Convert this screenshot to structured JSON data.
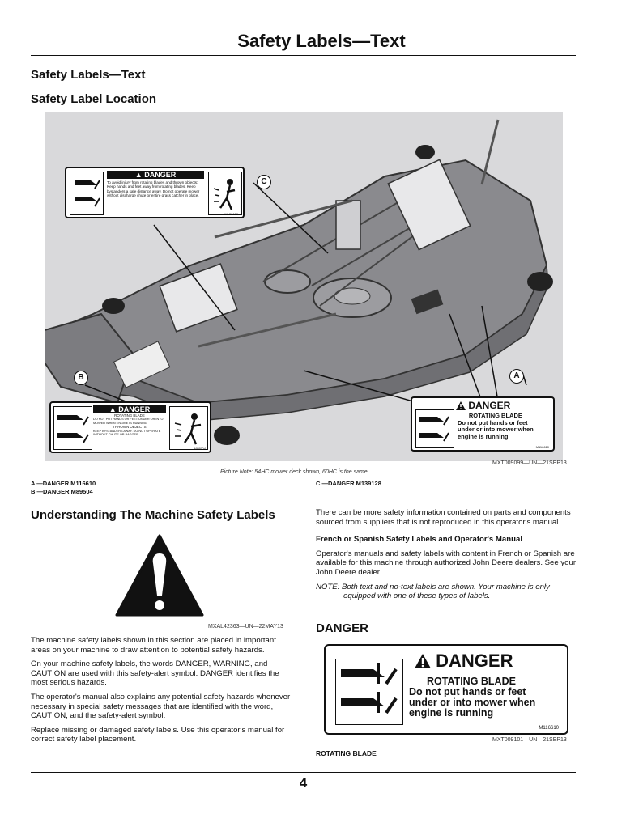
{
  "page": {
    "title": "Safety Labels—Text",
    "section_title": "Safety Labels—Text",
    "subsection_title": "Safety Label Location",
    "page_number": "4"
  },
  "figure1": {
    "picture_note": "Picture Note: 54HC mower deck shown, 60HC is the same.",
    "ref": "MXT009099—UN—21SEP13",
    "callouts": [
      "A",
      "B",
      "C"
    ],
    "legend_left": [
      "A —DANGER M116610",
      "B —DANGER M89504"
    ],
    "legend_right": "C —DANGER M139128",
    "label_c": {
      "head": "DANGER",
      "text": "To avoid injury from rotating blades and thrown objects: Keep hands and feet away from rotating blades. Keep bystanders a safe distance away. Do not operate mower without discharge chute or entire grass catcher in place.",
      "code": "M139128"
    },
    "label_b": {
      "head": "DANGER",
      "line1": "ROTATING BLADE",
      "line2": "DO NOT PUT HANDS OR FEET UNDER OR INTO MOWER WHEN ENGINE IS RUNNING",
      "line3": "THROWN OBJECTS",
      "line4": "KEEP BYSTANDERS AWAY. DO NOT OPERATE WITHOUT CHUTE OR BAGGER",
      "code": "M89504"
    },
    "label_a": {
      "head": "DANGER",
      "line1": "ROTATING BLADE",
      "line2": "Do not put hands or feet",
      "line3": "under or into mower when",
      "line4": "engine is running",
      "code": "M116610"
    }
  },
  "left_column": {
    "heading": "Understanding The Machine Safety Labels",
    "icon_ref": "MXAL42363—UN—22MAY13",
    "paragraphs": [
      "The machine safety labels shown in this section are placed in important areas on your machine to draw attention to potential safety hazards.",
      "On your machine safety labels, the words DANGER, WARNING, and CAUTION are used with this safety-alert symbol. DANGER identifies the most serious hazards.",
      "The operator's manual also explains any potential safety hazards whenever necessary in special safety messages that are identified with the word, CAUTION, and the safety-alert symbol.",
      "Replace missing or damaged safety labels. Use this operator's manual for correct safety label placement."
    ]
  },
  "right_column": {
    "intro": "There can be more safety information contained on parts and components sourced from suppliers that is not reproduced in this operator's manual.",
    "subheading": "French or Spanish Safety Labels and Operator's Manual",
    "para": "Operator's manuals and safety labels with content in French or Spanish are available for this machine through authorized John Deere dealers. See your John Deere dealer.",
    "note": "NOTE: Both text and no-text labels are shown. Your machine is only equipped with one of these types of labels.",
    "danger_heading": "DANGER",
    "big_label": {
      "head": "DANGER",
      "line1": "ROTATING BLADE",
      "line2": "Do not put hands or feet",
      "line3": "under or into mower when",
      "line4": "engine is running",
      "code": "M116610"
    },
    "big_label_ref": "MXT009101—UN—21SEP13",
    "big_label_caption": "ROTATING BLADE"
  },
  "colors": {
    "ink": "#111111",
    "illustration_bg": "#d9d9db",
    "deck": "#8a8a8e"
  }
}
